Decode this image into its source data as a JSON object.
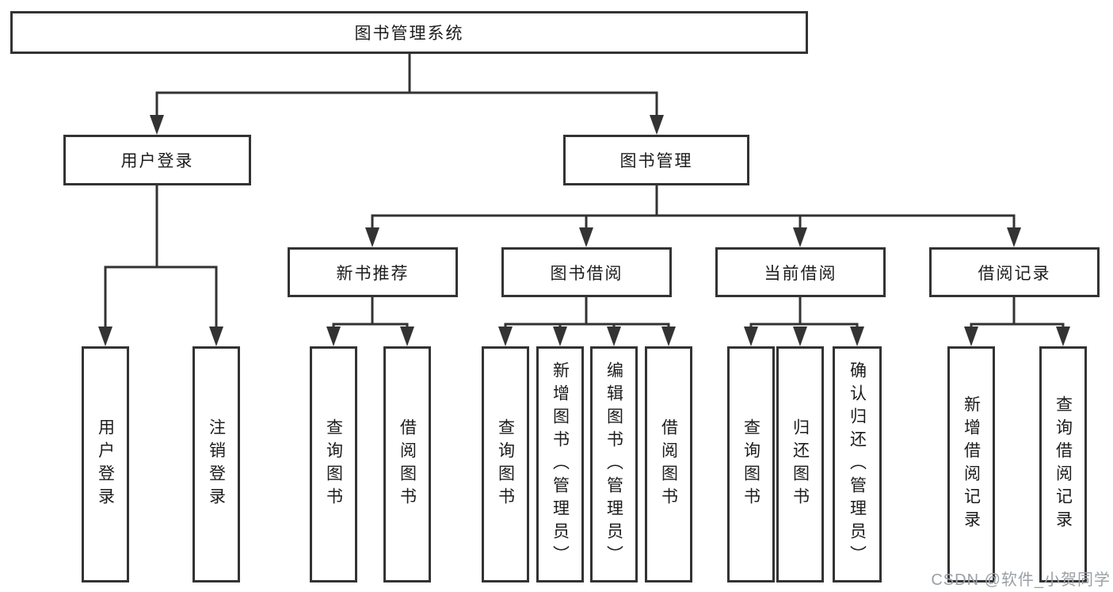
{
  "colors": {
    "line": "#333333",
    "box_border": "#333333",
    "text": "#1c1c1c",
    "watermark": "#9aa0a6",
    "background": "#ffffff"
  },
  "diagram": {
    "root": {
      "label": "图书管理系统"
    },
    "branches": [
      {
        "label": "用户登录",
        "children": [
          {
            "label": "用户登录"
          },
          {
            "label": "注销登录"
          }
        ]
      },
      {
        "label": "图书管理",
        "sections": [
          {
            "label": "新书推荐",
            "children": [
              {
                "label": "查询图书"
              },
              {
                "label": "借阅图书"
              }
            ]
          },
          {
            "label": "图书借阅",
            "children": [
              {
                "label": "查询图书"
              },
              {
                "label": "新增图书（管理员）"
              },
              {
                "label": "编辑图书（管理员）"
              },
              {
                "label": "借阅图书"
              }
            ]
          },
          {
            "label": "当前借阅",
            "children": [
              {
                "label": "查询图书"
              },
              {
                "label": "归还图书"
              },
              {
                "label": "确认归还（管理员）"
              }
            ]
          },
          {
            "label": "借阅记录",
            "children": [
              {
                "label": "新增借阅记录"
              },
              {
                "label": "查询借阅记录"
              }
            ]
          }
        ]
      }
    ]
  },
  "watermark": {
    "text": "CSDN @软件_小贺同学"
  }
}
